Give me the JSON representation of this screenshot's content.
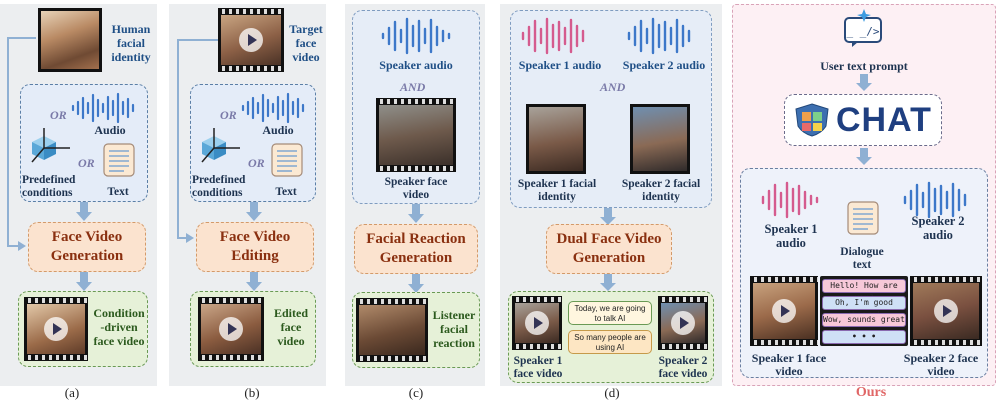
{
  "panels": {
    "a": {
      "caption": "(a)",
      "identity_label": "Human facial identity",
      "or_1": "OR",
      "or_2": "OR",
      "audio_label": "Audio",
      "predefined_label": "Predefined conditions",
      "text_label": "Text",
      "process": "Face Video Generation",
      "output_label": "Condition -driven face video"
    },
    "b": {
      "caption": "(b)",
      "target_label": "Target face video",
      "or_1": "OR",
      "or_2": "OR",
      "audio_label": "Audio",
      "predefined_label": "Predefined conditions",
      "text_label": "Text",
      "process": "Face Video Editing",
      "output_label": "Edited face video"
    },
    "c": {
      "caption": "(c)",
      "speaker_audio": "Speaker audio",
      "and": "AND",
      "speaker_face": "Speaker face video",
      "process": "Facial Reaction Generation",
      "output_label": "Listener facial reaction"
    },
    "d": {
      "caption": "(d)",
      "speaker1_audio": "Speaker 1 audio",
      "speaker2_audio": "Speaker 2 audio",
      "and": "AND",
      "speaker1_identity": "Speaker 1 facial identity",
      "speaker2_identity": "Speaker 2 facial identity",
      "process": "Dual Face Video Generation",
      "bubble1": "Today, we are going to talk AI",
      "bubble2": "So many people are using AI",
      "speaker1_video": "Speaker 1 face video",
      "speaker2_video": "Speaker 2 face video"
    },
    "ours": {
      "caption": "Ours",
      "prompt_label": "User text prompt",
      "chat_logo": "CHAT",
      "speaker1_audio": "Speaker 1 audio",
      "speaker2_audio": "Speaker 2 audio",
      "dialogue": "Dialogue text",
      "chat_lines": [
        "Hello! How are you?",
        "Oh, I'm good cheers!",
        "Wow, sounds great",
        "• • •"
      ],
      "speaker1_video": "Speaker 1 face video",
      "speaker2_video": "Speaker 2 face video"
    }
  },
  "colors": {
    "panel_bg": "#eceef0",
    "ours_bg": "#fdf0f4",
    "process_fill": "#fbe3cf",
    "condition_fill": "#e4ecf8",
    "output_fill": "#e6f1d8",
    "ours_caption": "#e06666"
  }
}
